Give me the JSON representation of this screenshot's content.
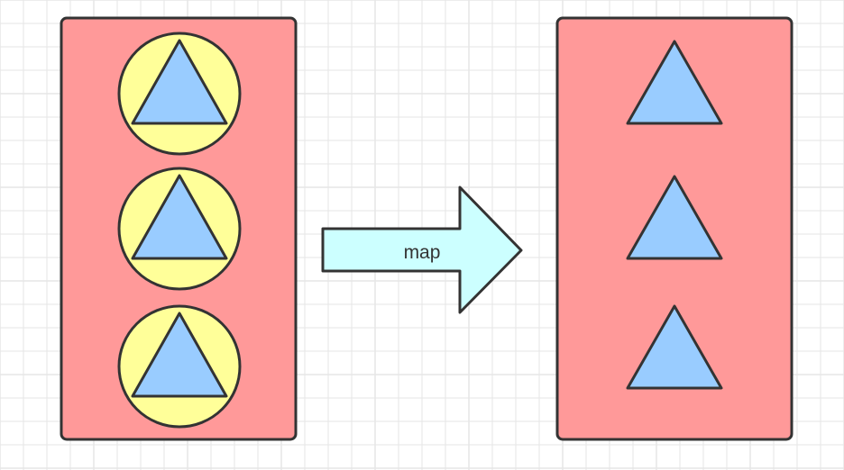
{
  "colors": {
    "background": "#ffffff",
    "grid_line": "#e6e6e6",
    "stroke": "#333333",
    "container_fill": "#ff9999",
    "circle_fill": "#ffff99",
    "triangle_fill": "#99ccff",
    "arrow_fill": "#ccffff"
  },
  "arrow": {
    "label": "map"
  },
  "left_container": {
    "items": [
      {
        "shape": "triangle-in-circle"
      },
      {
        "shape": "triangle-in-circle"
      },
      {
        "shape": "triangle-in-circle"
      }
    ]
  },
  "right_container": {
    "items": [
      {
        "shape": "triangle"
      },
      {
        "shape": "triangle"
      },
      {
        "shape": "triangle"
      }
    ]
  }
}
